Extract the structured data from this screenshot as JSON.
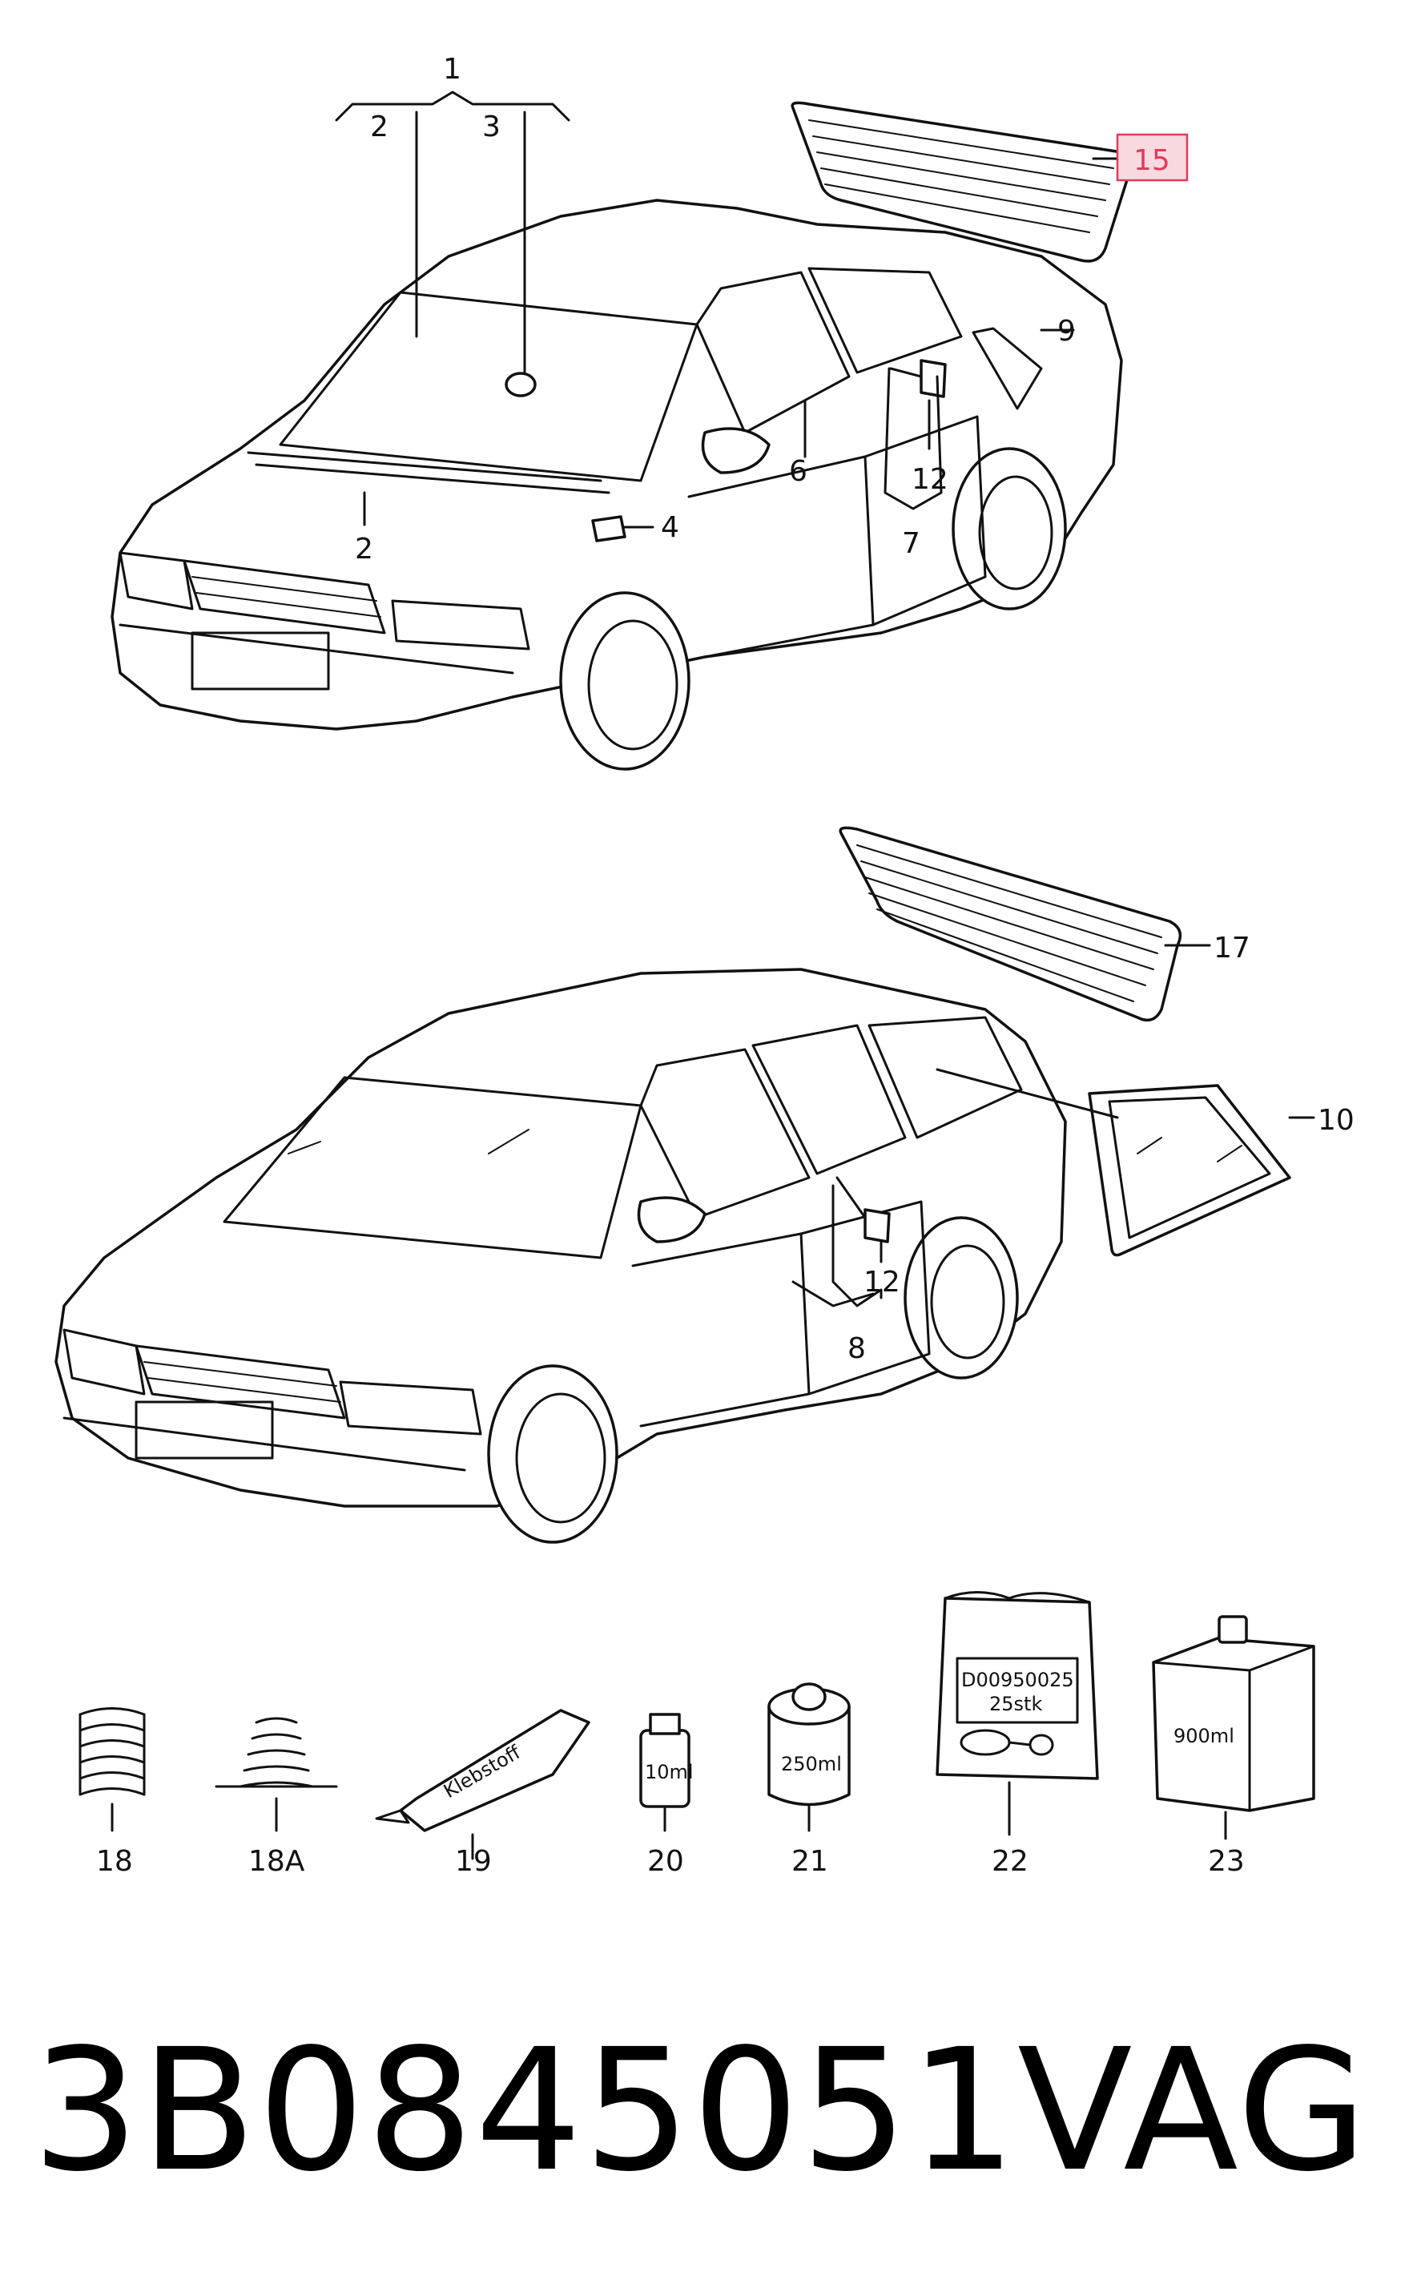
{
  "sedan": {
    "callouts": {
      "c1": "1",
      "c2a": "2",
      "c3": "3",
      "c2b": "2",
      "c4": "4",
      "c6": "6",
      "c7": "7",
      "c9": "9",
      "c12": "12",
      "c15": "15"
    },
    "highlighted_callout": "15"
  },
  "wagon": {
    "callouts": {
      "c17": "17",
      "c10": "10",
      "c12": "12",
      "c8": "8"
    }
  },
  "accessories": [
    {
      "id": "18",
      "text": ""
    },
    {
      "id": "18A",
      "text": ""
    },
    {
      "id": "19",
      "text": "Klebstoff"
    },
    {
      "id": "20",
      "text": "10ml"
    },
    {
      "id": "21",
      "text": "250ml"
    },
    {
      "id": "22",
      "text": "D00950025",
      "text2": "25stk"
    },
    {
      "id": "23",
      "text": "900ml"
    }
  ],
  "footer": {
    "part_number": "3B0845051",
    "brand": "VAG"
  },
  "colors": {
    "highlight_fill": "#f9d9e0",
    "highlight_stroke": "#e23a5b",
    "line": "#111111"
  }
}
